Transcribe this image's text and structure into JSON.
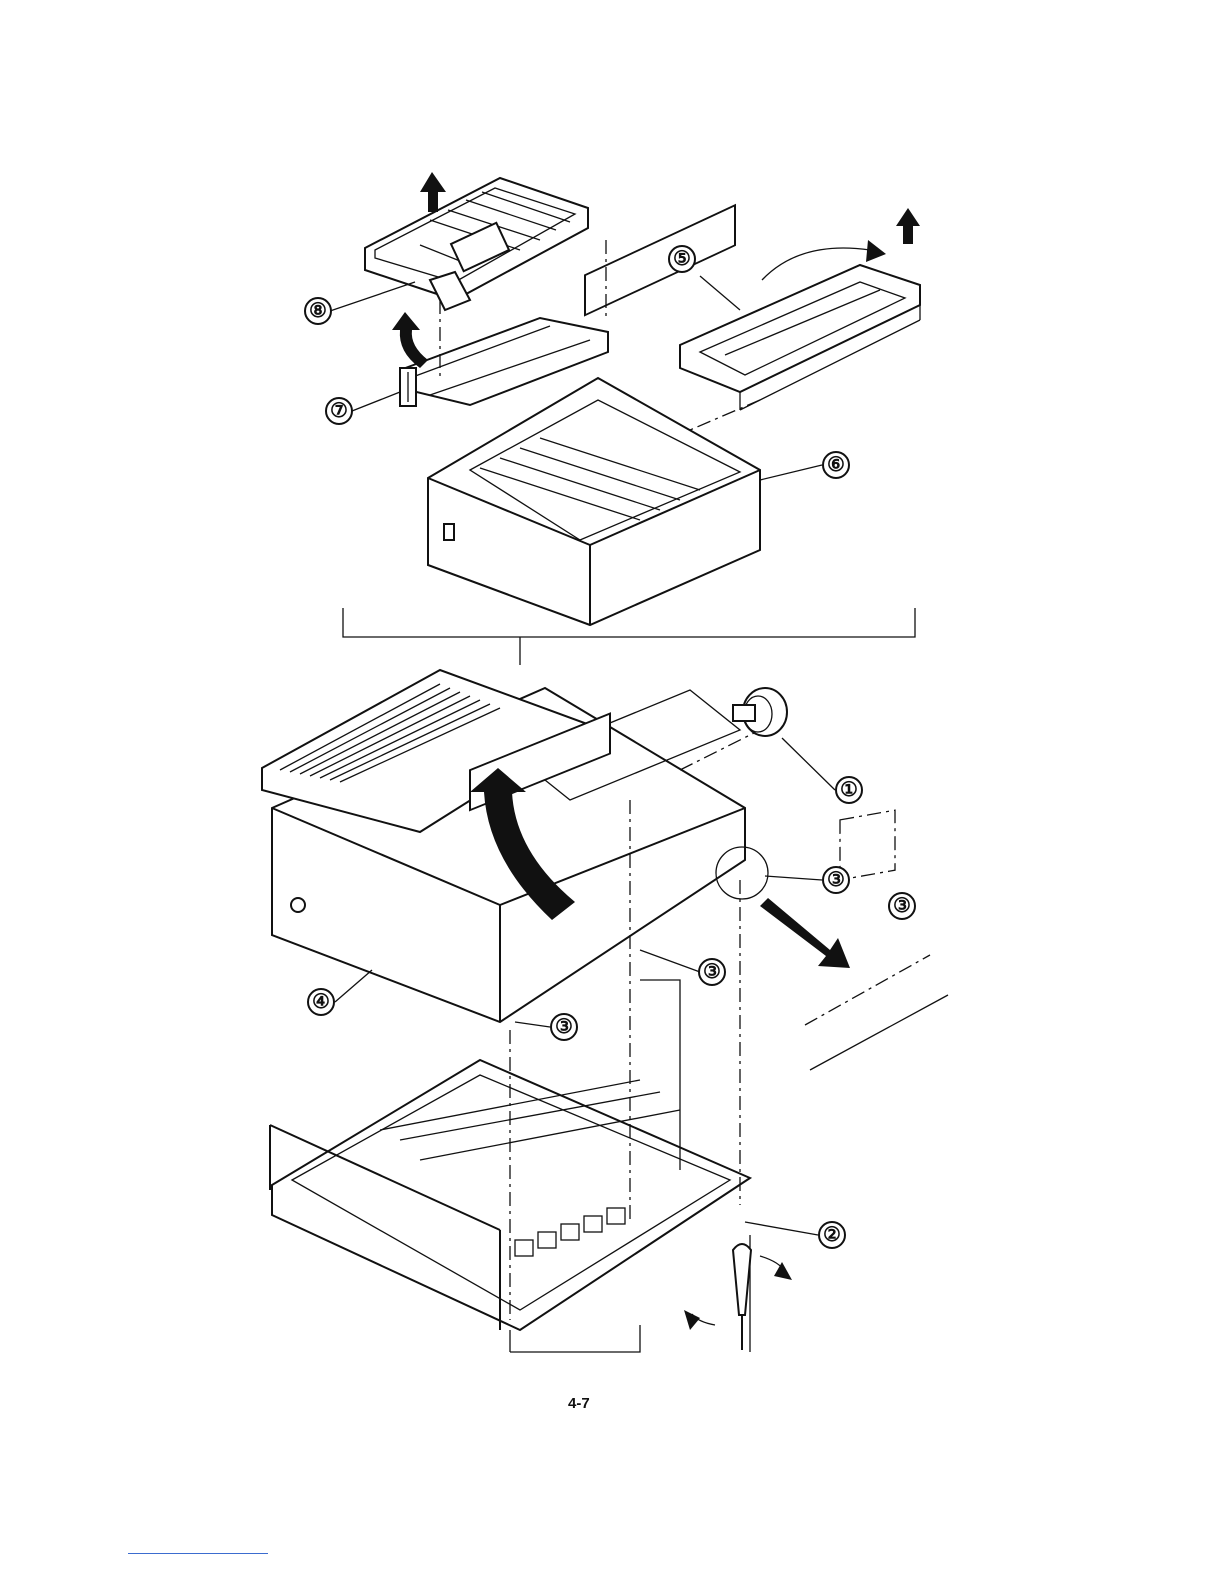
{
  "callouts": [
    {
      "id": "1",
      "label": "①"
    },
    {
      "id": "2",
      "label": "②"
    },
    {
      "id": "3",
      "label": "③"
    },
    {
      "id": "4",
      "label": "④"
    },
    {
      "id": "5",
      "label": "⑤"
    },
    {
      "id": "6",
      "label": "⑥"
    },
    {
      "id": "7",
      "label": "⑦"
    },
    {
      "id": "8",
      "label": "⑧"
    }
  ],
  "page_number": "4-7",
  "colors": {
    "ink": "#111111",
    "paper": "#ffffff",
    "footnote_rule": "#3b6ccf"
  },
  "icons": [
    "up-arrow-icon",
    "curved-arrow-icon",
    "screwdriver-icon",
    "knob-icon"
  ]
}
